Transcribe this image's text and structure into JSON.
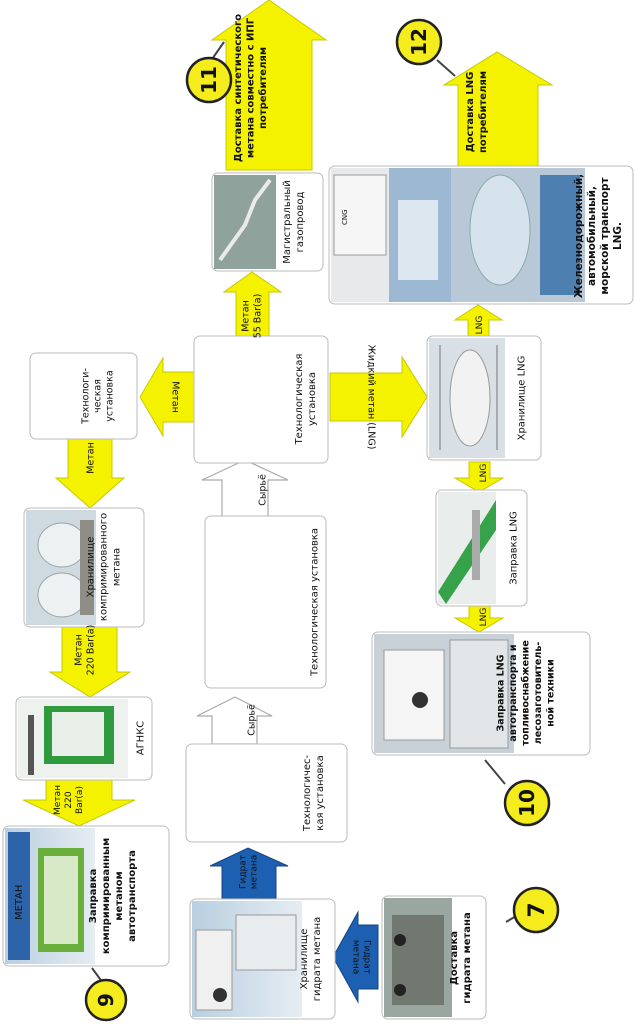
{
  "boxes": {
    "tech_top_left": [
      "Технологи-",
      "ческая",
      "установка"
    ],
    "tech_center": [
      "Технологическая",
      "установка"
    ],
    "tech_mid": [
      "Технологическая установка"
    ],
    "tech_bottom": [
      "Технологичес-",
      "кая установка"
    ],
    "storage_compressed": [
      "Хранилище",
      "компримированного",
      "метана"
    ],
    "agnks": [
      "АГНКС"
    ],
    "main_pipeline": [
      "Магистральный",
      "газопровод"
    ],
    "storage_lng": [
      "Хранилище LNG"
    ],
    "refuel_lng": [
      "Заправка LNG"
    ],
    "storage_hydrate": [
      "Хранилище",
      "гидрата метана"
    ]
  },
  "captions": {
    "transport_lng": [
      "Железнодорожный,",
      "автомобильный,",
      "морской транспорт",
      "LNG."
    ],
    "refuel_auto": [
      "Заправка",
      "компримированным",
      "метаном",
      "автотранспорта"
    ],
    "refuel_lng_auto": [
      "Заправка LNG",
      "автотранспорта и",
      "топливоснабжение",
      "лесозаготовитель-",
      "ной техники"
    ],
    "hydrate_delivery": [
      "Доставка",
      "гидрата метана"
    ],
    "synthetic_delivery": [
      "Доставка синтетического",
      "метана совместно с ИПГ",
      "потребителям"
    ],
    "lng_delivery": [
      "Доставка LNG",
      "потребителям"
    ]
  },
  "arrows": {
    "methane_left": "Метан",
    "methane_down": "Метан",
    "methane_220": [
      "Метан",
      "220 Bar(a)"
    ],
    "methane_220_b": [
      "Метан",
      "220",
      "Bar(a)"
    ],
    "methane_55": [
      "Метан",
      "55 Bar(a)"
    ],
    "liquid_methane": "Жидкий метан (LNG)",
    "raw_1": "Сырьё",
    "raw_2": "Сырьё",
    "hydrate_1": [
      "Гидрат",
      "метана"
    ],
    "hydrate_2": [
      "Гидрат",
      "метана"
    ],
    "lng_1": "LNG",
    "lng_2": "LNG",
    "lng_3": "LNG"
  },
  "badges": {
    "b7": "7",
    "b9": "9",
    "b10": "10",
    "b11": "11",
    "b12": "12"
  },
  "photo_texts": {
    "metan_sign": "МЕТАН",
    "cnc_logo": "CNG"
  },
  "colors": {
    "yellow_arrow": "#f5f200",
    "blue_arrow": "#1d5fb0",
    "badge_fill": "#f4ec1c",
    "box_border": "#bbbbbb"
  }
}
